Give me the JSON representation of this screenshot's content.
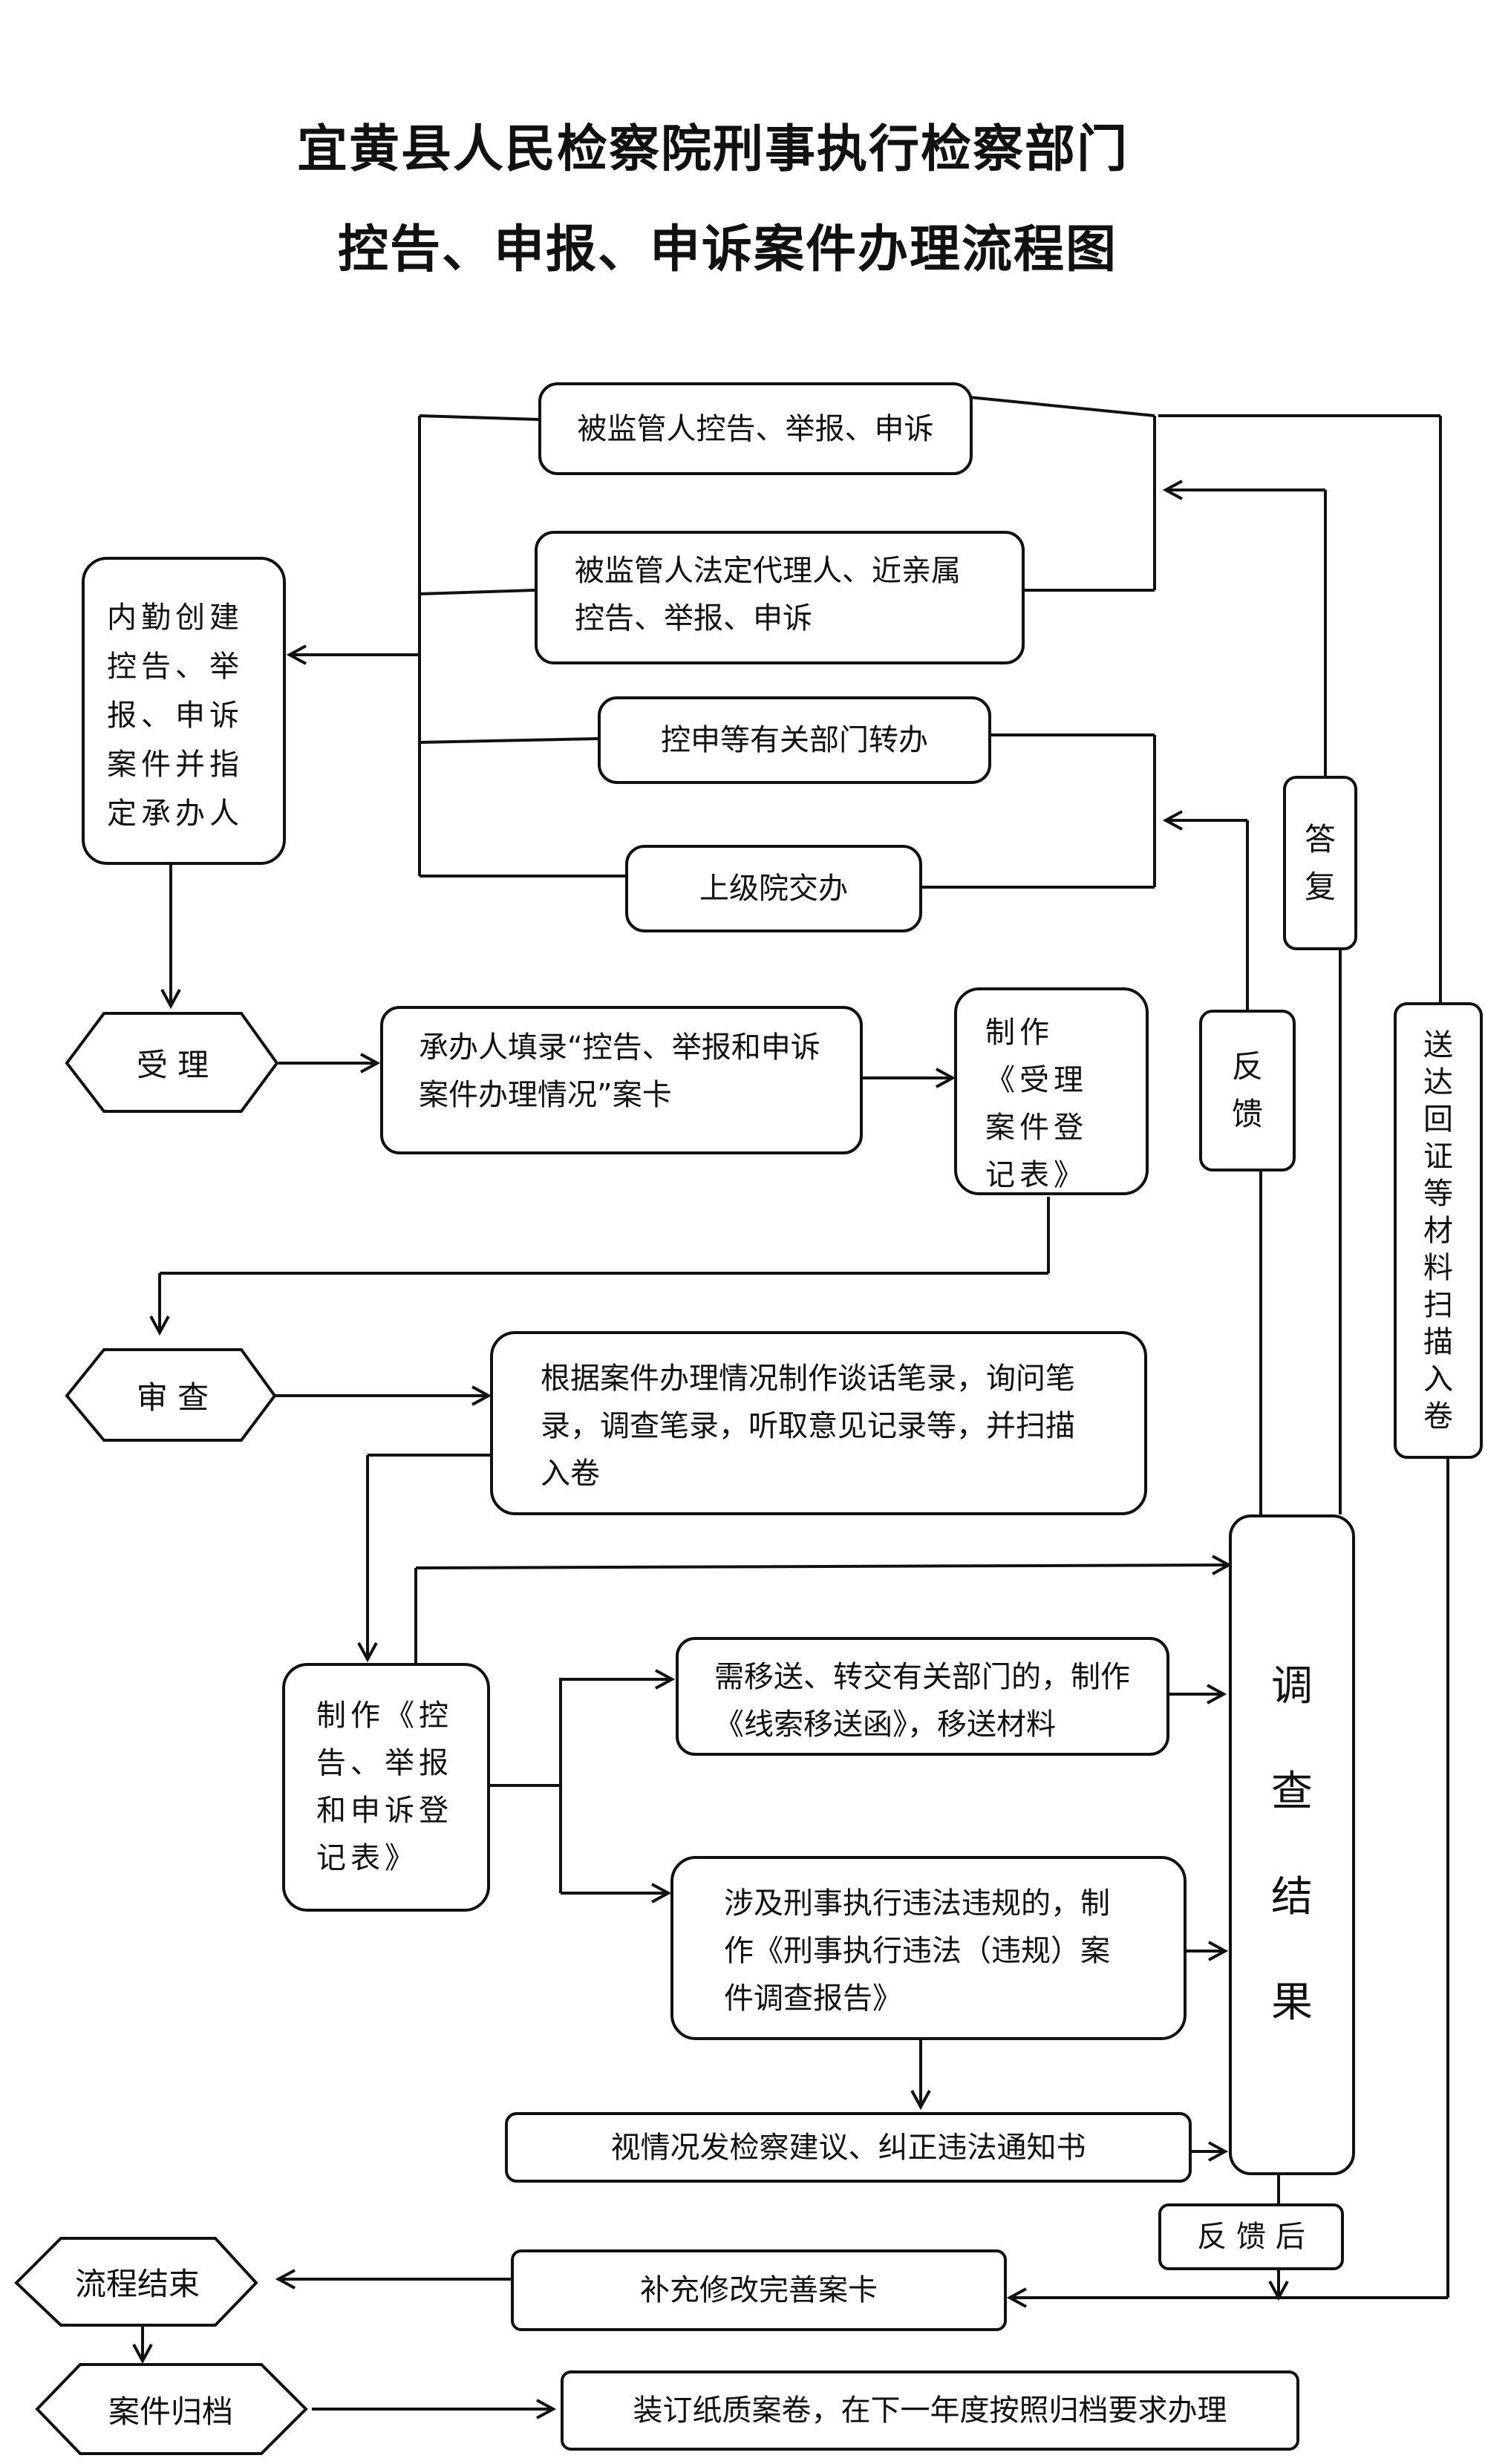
{
  "title": {
    "line1": "宜黄县人民检察院刑事执行检察部门",
    "line2": "控告、申报、申诉案件办理流程图"
  },
  "sources": {
    "s1": "被监管人控告、举报、申诉",
    "s2": "被监管人法定代理人、近亲属控告、举报、申诉",
    "s3": "控申等有关部门转办",
    "s4": "上级院交办"
  },
  "internal": {
    "label": "内勤创建控告、举报、申诉案件并指定承办人"
  },
  "stages": {
    "accept": "受  理",
    "review": "审  查",
    "end": "流程结束",
    "archive": "案件归档"
  },
  "steps": {
    "fill_card": "承办人填录“控告、举报和申诉案件办理情况”案卡",
    "make_register": "制作《受理案件登记表》",
    "records": "根据案件办理情况制作谈话笔录，询问笔录，调查笔录，听取意见记录等，并扫描入卷",
    "make_complaint_register": "制作《控告、举报和申诉登记表》",
    "transfer": "需移送、转交有关部门的，制作《线索移送函》，移送材料",
    "violation": "涉及刑事执行违法违规的，制作《刑事执行违法（违规）案件调查报告》",
    "suggestion": "视情况发检察建议、纠正违法通知书",
    "result": "调\n查\n结\n果",
    "reply": "答\n复",
    "feedback": "反\n馈",
    "deliver": "送\n达\n回\n证\n等\n材\n料\n扫\n描\n入\n卷",
    "after_feedback": "反 馈 后",
    "supplement": "补充修改完善案卡",
    "bind": "装订纸质案卷，在下一年度按照归档要求办理"
  }
}
